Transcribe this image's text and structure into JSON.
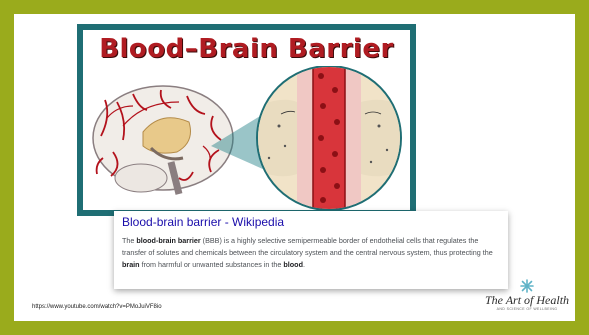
{
  "slide": {
    "image_title": "Blood–Brain Barrier",
    "wiki": {
      "title": "Blood-brain barrier - Wikipedia",
      "snippet_pre": "The ",
      "snippet_bold1": "blood-brain barrier",
      "snippet_mid": " (BBB) is a highly selective semipermeable border of endothelial cells that regulates the transfer of solutes and chemicals between the circulatory system and the central nervous system, thus protecting the ",
      "snippet_bold2": "brain",
      "snippet_mid2": " from harmful or unwanted substances in the ",
      "snippet_bold3": "blood",
      "snippet_end": "."
    },
    "source_url": "https://www.youtube.com/watch?v=PMoJuiVF8io",
    "logo": {
      "text": "The Art of Health",
      "subtitle": "AND SCIENCE OF WELLBEING"
    }
  },
  "colors": {
    "border_green": "#9aab1c",
    "frame_teal": "#1f6e74",
    "title_red": "#b01c22",
    "link_blue": "#1a0dab"
  },
  "icons": [
    "brain-illustration",
    "blood-vessel-illustration",
    "art-of-health-logo-mark"
  ]
}
